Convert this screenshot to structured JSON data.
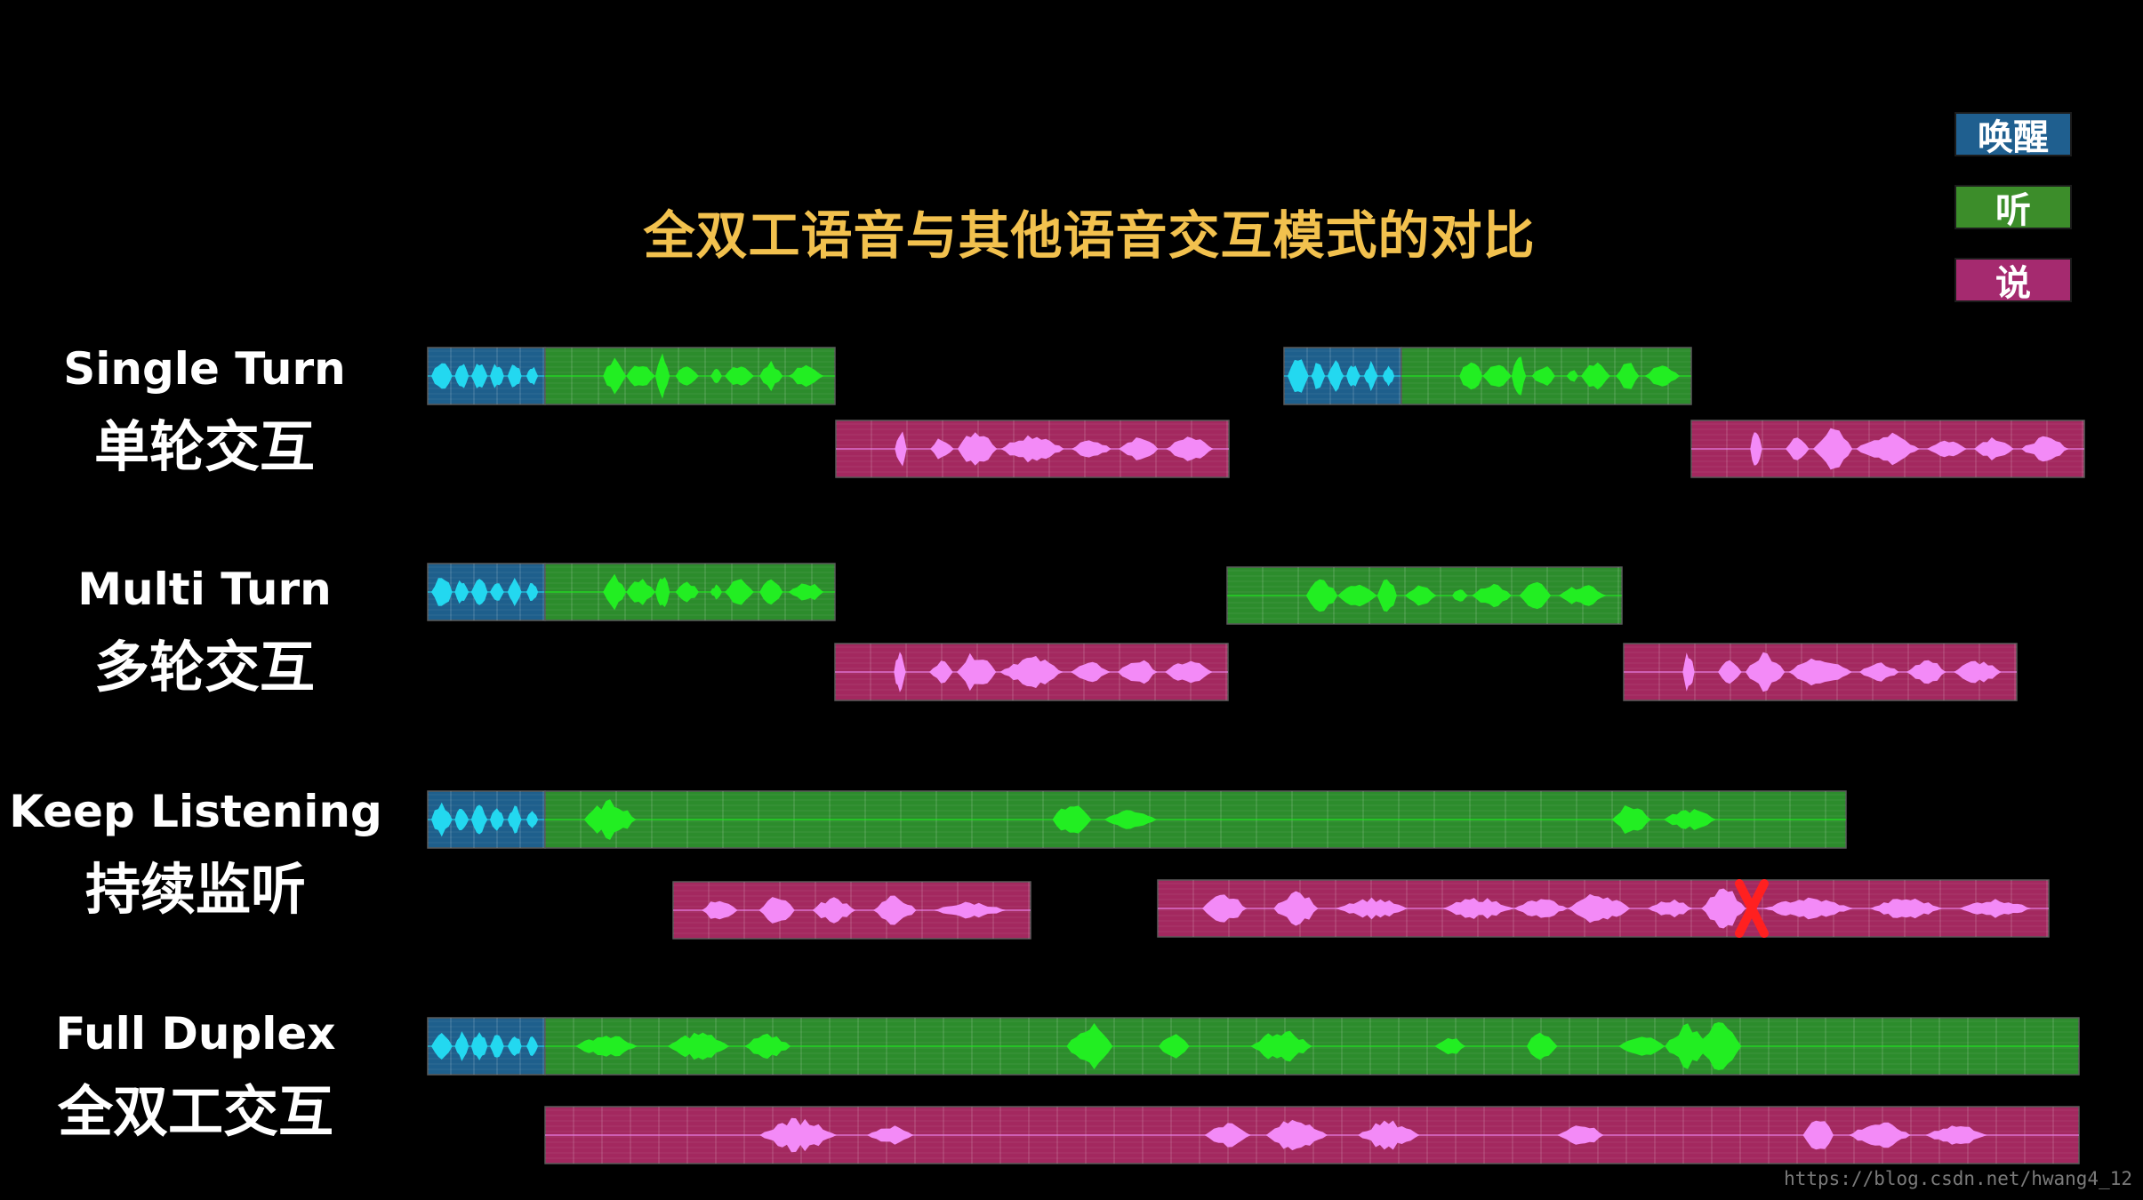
{
  "title": "全双工语音与其他语音交互模式的对比",
  "legend": [
    {
      "label": "唤醒",
      "color": "#1f5f8f"
    },
    {
      "label": "听",
      "color": "#3c8d2a"
    },
    {
      "label": "说",
      "color": "#a52a6f"
    }
  ],
  "rows": [
    {
      "name_en": "Single Turn",
      "name_zh": "单轮交互"
    },
    {
      "name_en": "Multi Turn",
      "name_zh": "多轮交互"
    },
    {
      "name_en": "Keep Listening",
      "name_zh": "持续监听"
    },
    {
      "name_en": "Full Duplex",
      "name_zh": "全双工交互"
    }
  ],
  "colors": {
    "wake": "#1e5f8c",
    "listen": "#2c8c2c",
    "speak": "#a3285f",
    "wake_wave": "#23d8f0",
    "listen_wave": "#22ee22",
    "speak_wave": "#f38af7",
    "interrupt": "#ff2020"
  },
  "watermark": "https://blog.csdn.net/hwang4_12"
}
